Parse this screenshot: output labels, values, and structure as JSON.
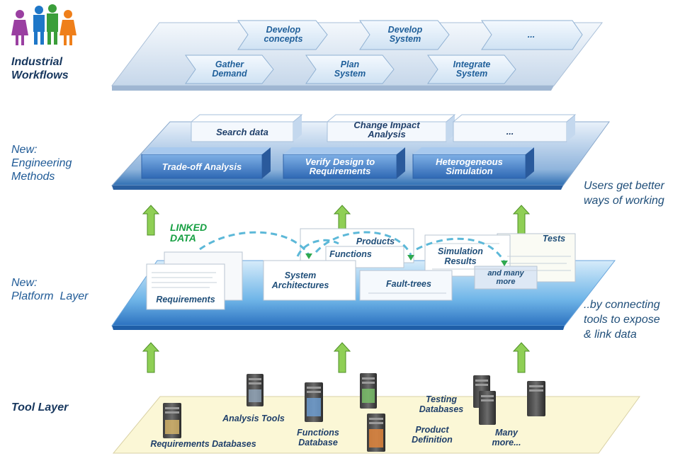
{
  "layers": {
    "workflows": {
      "title_line1": "Industrial",
      "title_line2": "Workflows"
    },
    "methods": {
      "prefix": "New:",
      "line1": "Engineering",
      "line2": "Methods"
    },
    "platform": {
      "prefix": "New:",
      "line1": "Platform  Layer"
    },
    "tools": {
      "title": "Tool Layer"
    }
  },
  "workflow_steps": {
    "develop_concepts": [
      "Develop",
      "concepts"
    ],
    "develop_system": [
      "Develop",
      "System"
    ],
    "more": "...",
    "gather_demand": [
      "Gather",
      "Demand"
    ],
    "plan_system": [
      "Plan",
      "System"
    ],
    "integrate_system": [
      "Integrate",
      "System"
    ]
  },
  "methods": {
    "search_data": "Search data",
    "change_impact": [
      "Change Impact",
      "Analysis"
    ],
    "more": "...",
    "tradeoff": "Trade-off Analysis",
    "verify": [
      "Verify Design to",
      "Requirements"
    ],
    "hetero": [
      "Heterogeneous",
      "Simulation"
    ]
  },
  "platform_items": {
    "linked_data": [
      "LINKED",
      "DATA"
    ],
    "requirements": "Requirements",
    "products": "Products",
    "functions": "Functions",
    "tests": "Tests",
    "simulation": [
      "Simulation",
      "Results"
    ],
    "system_arch": [
      "System",
      "Architectures"
    ],
    "fault_trees": "Fault-trees",
    "many_more": [
      "and many",
      "more"
    ]
  },
  "tools": {
    "req_db": "Requirements Databases",
    "analysis": "Analysis Tools",
    "functions_db": [
      "Functions",
      "Database"
    ],
    "testing_db": [
      "Testing",
      "Databases"
    ],
    "product_def": [
      "Product",
      "Definition"
    ],
    "many_more": [
      "Many",
      "more..."
    ]
  },
  "side_notes": {
    "users": [
      "Users get better",
      "ways of working"
    ],
    "connecting": [
      "..by connecting",
      "tools to expose",
      "& link data"
    ]
  },
  "colors": {
    "layer_blue": "#2f6fb3",
    "box_light": "#dbeaf7",
    "box_blue": "#3d7cc9",
    "arrow_green": "#7bc143",
    "tool_plate": "#fbf7d6"
  }
}
